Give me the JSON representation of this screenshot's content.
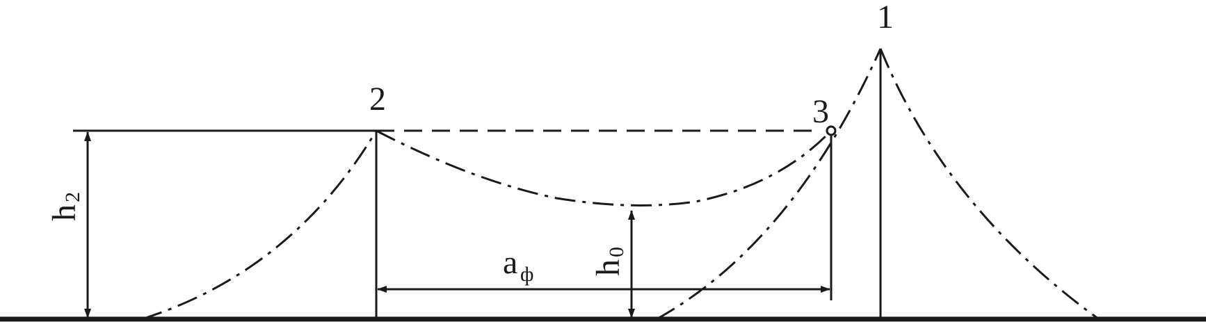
{
  "labels": {
    "point_1": "1",
    "point_2": "2",
    "point_3": "3",
    "h2_main": "h",
    "h2_sub": "2",
    "h0_main": "h",
    "h0_sub": "0",
    "a_main": "a",
    "a_sub": "ф"
  },
  "colors": {
    "ink": "#1a1a1a",
    "background": "#ffffff"
  }
}
